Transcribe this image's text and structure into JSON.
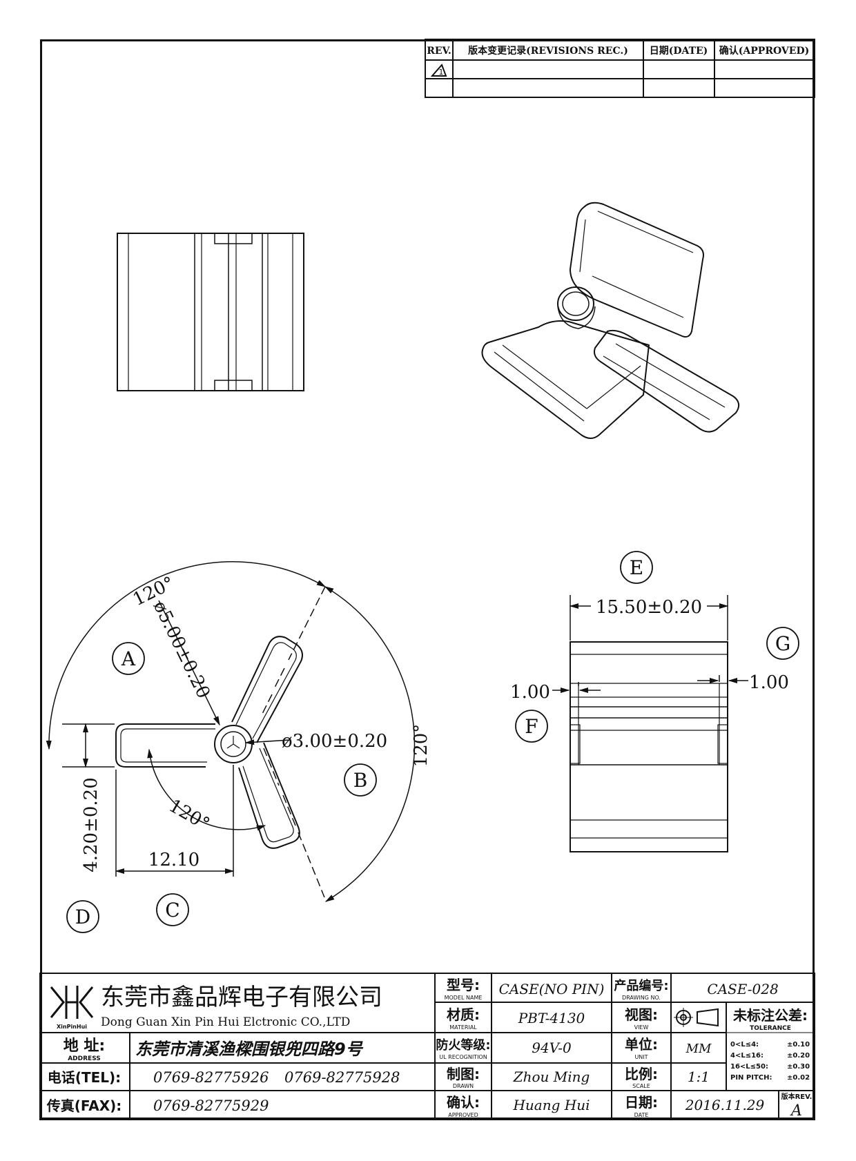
{
  "revisions": {
    "col_rev": "REV.",
    "col_rec": "版本变更记录(REVISIONS REC.)",
    "col_date": "日期(DATE)",
    "col_approved": "确认(APPROVED)",
    "row1_rev": "1"
  },
  "dimensions": {
    "angle_top": "120°",
    "angle_right": "120°",
    "angle_inner": "120°",
    "dia_outer": "ø5.00±0.20",
    "dia_center": "ø3.00±0.20",
    "height": "4.20±0.20",
    "arm_length": "12.10",
    "width": "15.50±0.20",
    "offset_left": "1.00",
    "offset_right": "1.00"
  },
  "callouts": {
    "A": "A",
    "B": "B",
    "C": "C",
    "D": "D",
    "E": "E",
    "F": "F",
    "G": "G"
  },
  "title_block": {
    "company_cn": "东莞市鑫品辉电子有限公司",
    "company_en": "Dong Guan Xin Pin Hui Elctronic CO.,LTD",
    "logo_text": "XinPinHui",
    "address_label": "地 址:",
    "address_label_en": "ADDRESS",
    "address": "东莞市清溪渔樑围银兜四路9号",
    "tel_label": "电话(TEL):",
    "tel1": "0769-82775926",
    "tel2": "0769-82775928",
    "fax_label": "传真(FAX):",
    "fax": "0769-82775929",
    "model_label": "型号:",
    "model_label_en": "MODEL NAME",
    "model": "CASE(NO PIN)",
    "material_label": "材质:",
    "material_label_en": "MATERIAL",
    "material": "PBT-4130",
    "ul_label": "防火等级:",
    "ul_label_en": "UL RECOGNITION",
    "ul": "94V-0",
    "drawn_label": "制图:",
    "drawn_label_en": "DRAWN",
    "drawn": "Zhou Ming",
    "approved_label": "确认:",
    "approved_label_en": "APPROVED",
    "approved": "Huang Hui",
    "drawing_no_label": "产品编号:",
    "drawing_no_label_en": "DRAWING NO.",
    "drawing_no": "CASE-028",
    "view_label": "视图:",
    "view_label_en": "VIEW",
    "unit_label": "单位:",
    "unit_label_en": "UNIT",
    "unit": "MM",
    "scale_label": "比例:",
    "scale_label_en": "SCALE",
    "scale": "1:1",
    "date_label": "日期:",
    "date_label_en": "DATE",
    "date": "2016.11.29",
    "tolerance_label": "未标注公差:",
    "tolerance_label_en": "TOLERANCE",
    "tol1_range": "0<L≤4:",
    "tol1_value": "±0.10",
    "tol2_range": "4<L≤16:",
    "tol2_value": "±0.20",
    "tol3_range": "16<L≤50:",
    "tol3_value": "±0.30",
    "tol4_range": "PIN PITCH:",
    "tol4_value": "±0.02",
    "rev_label": "版本REV.",
    "rev": "A"
  }
}
